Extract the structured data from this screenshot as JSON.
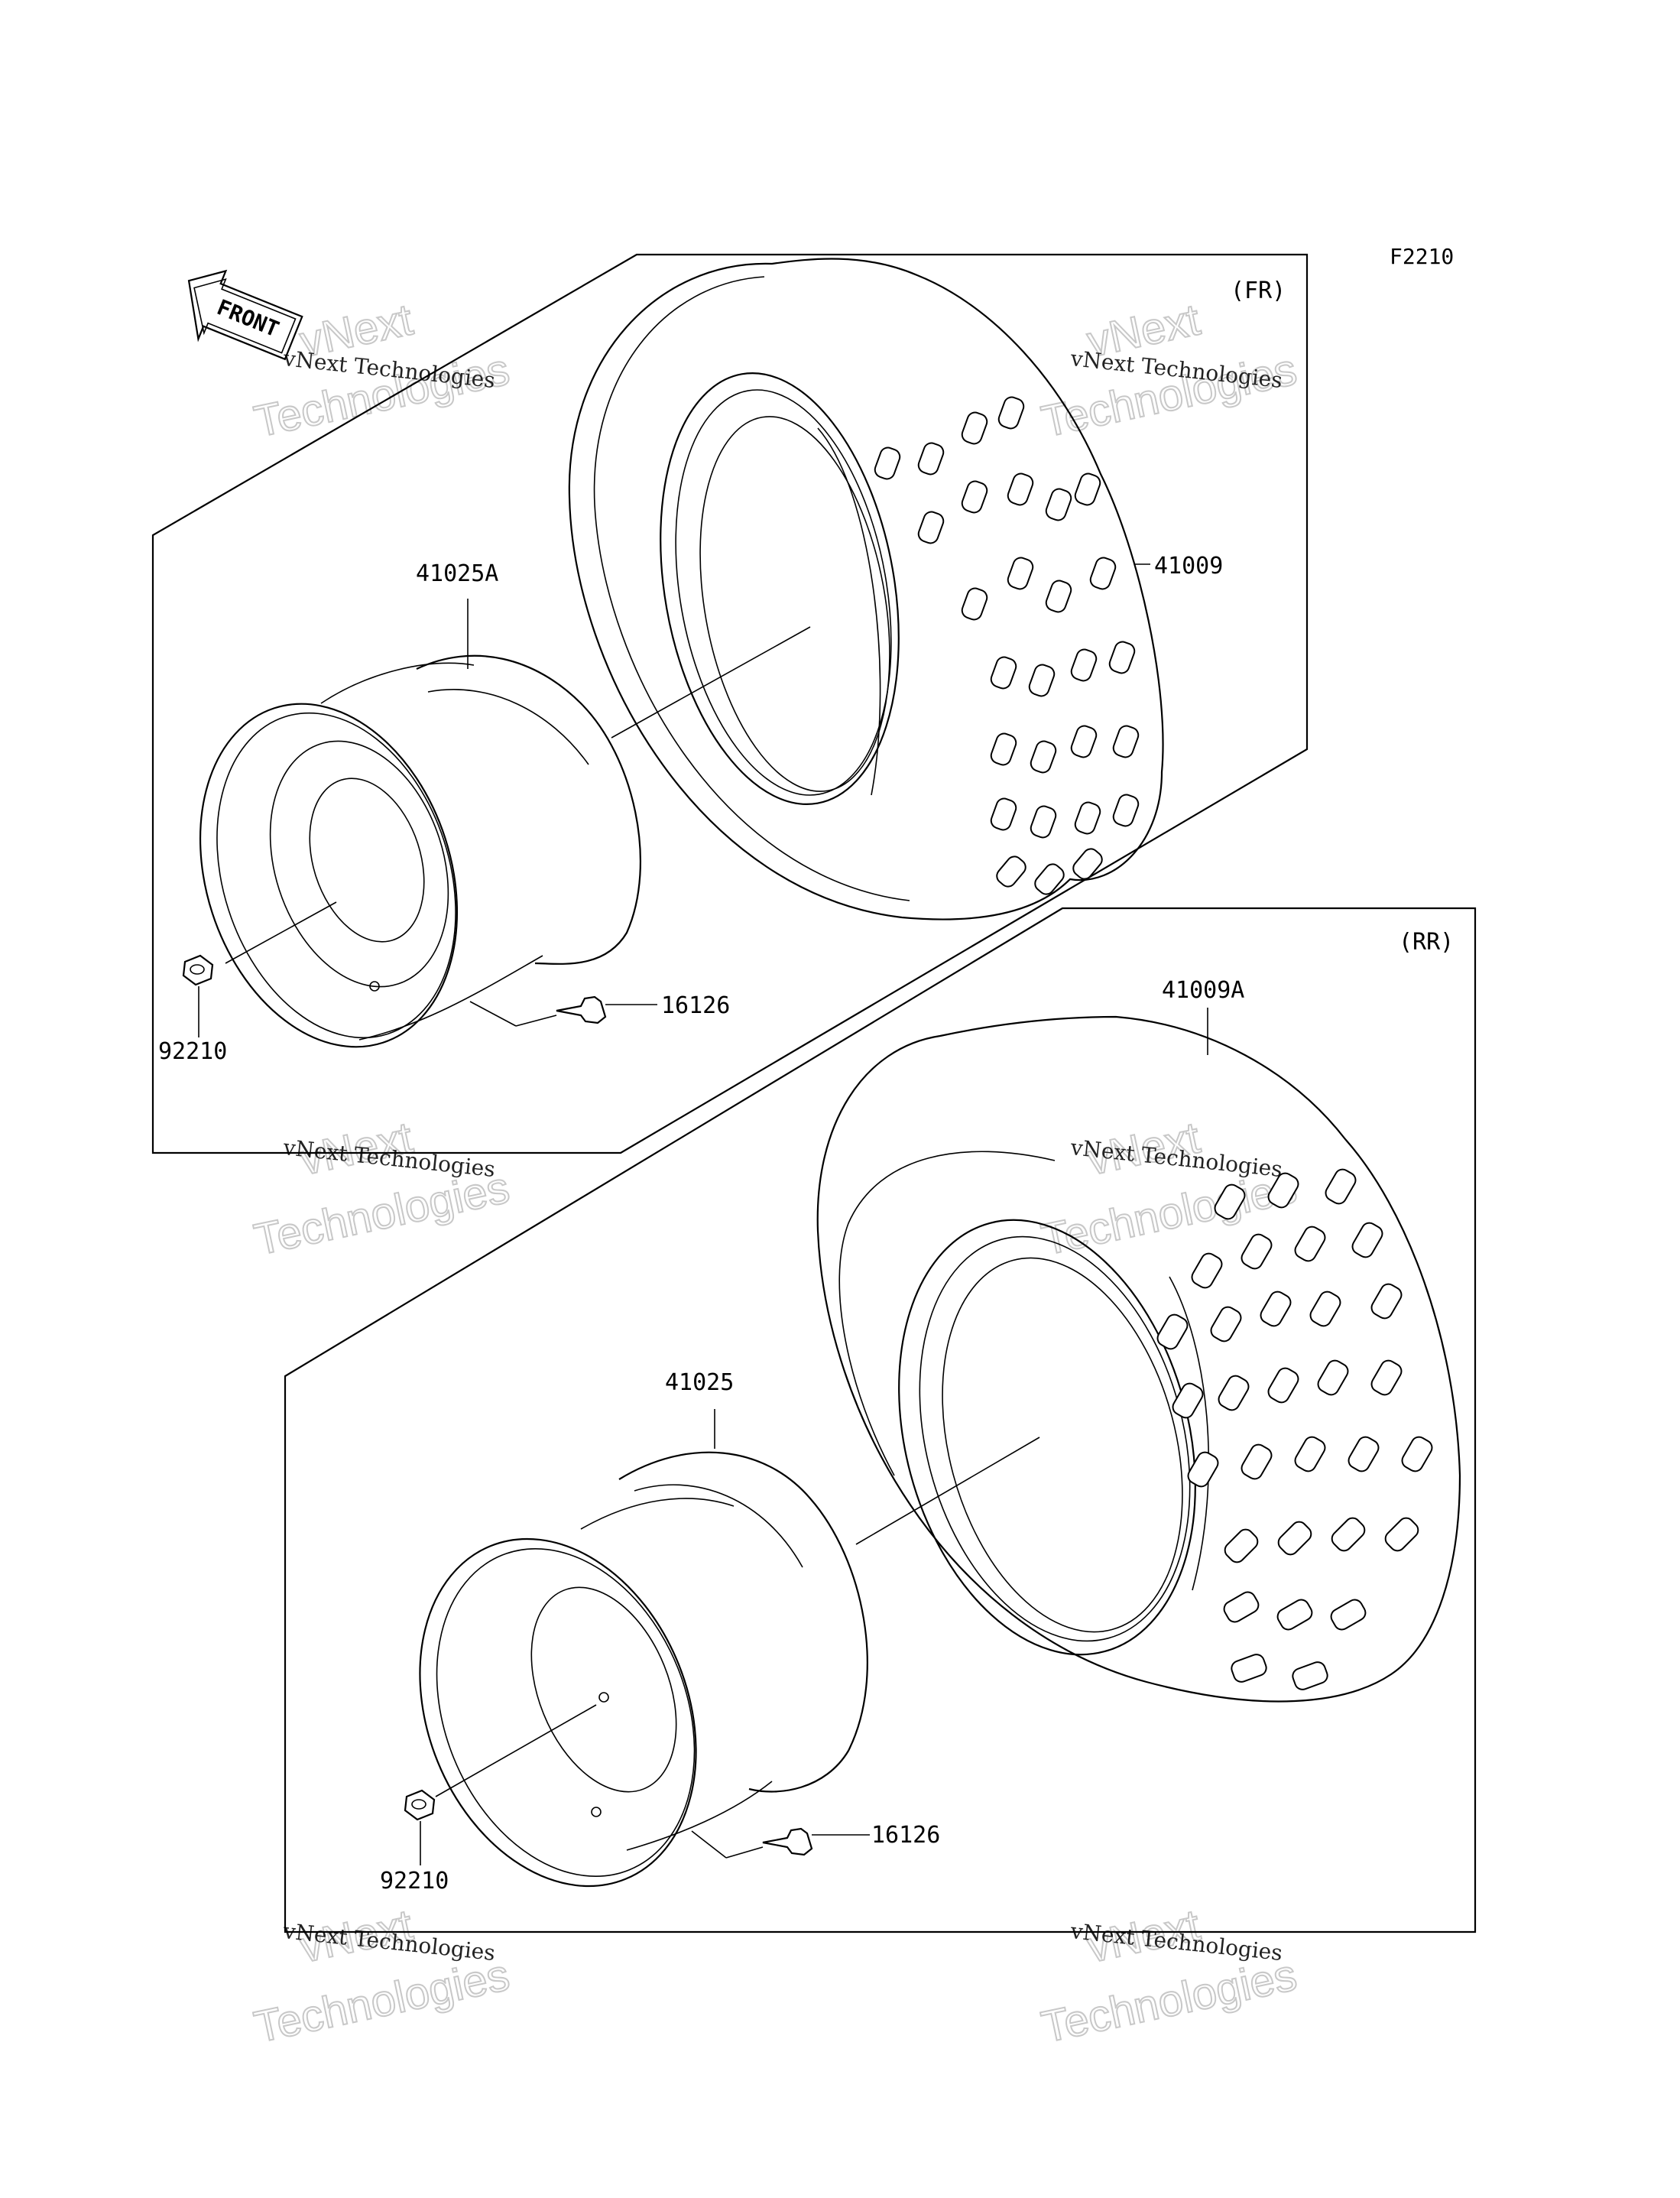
{
  "figure_code": "F2210",
  "front_arrow_label": "FRONT",
  "panels": {
    "front": {
      "title": "(FR)",
      "tire": "41009",
      "rim": "41025A",
      "nut": "92210",
      "valve": "16126"
    },
    "rear": {
      "title": "(RR)",
      "tire": "41009A",
      "rim": "41025",
      "nut": "92210",
      "valve": "16126"
    }
  },
  "watermark": {
    "line1": "vNext",
    "line2": "vNext Technologies",
    "line3": "Technologies"
  },
  "colors": {
    "line": "#000000",
    "watermark": "#c8c8c8",
    "background": "#ffffff"
  }
}
